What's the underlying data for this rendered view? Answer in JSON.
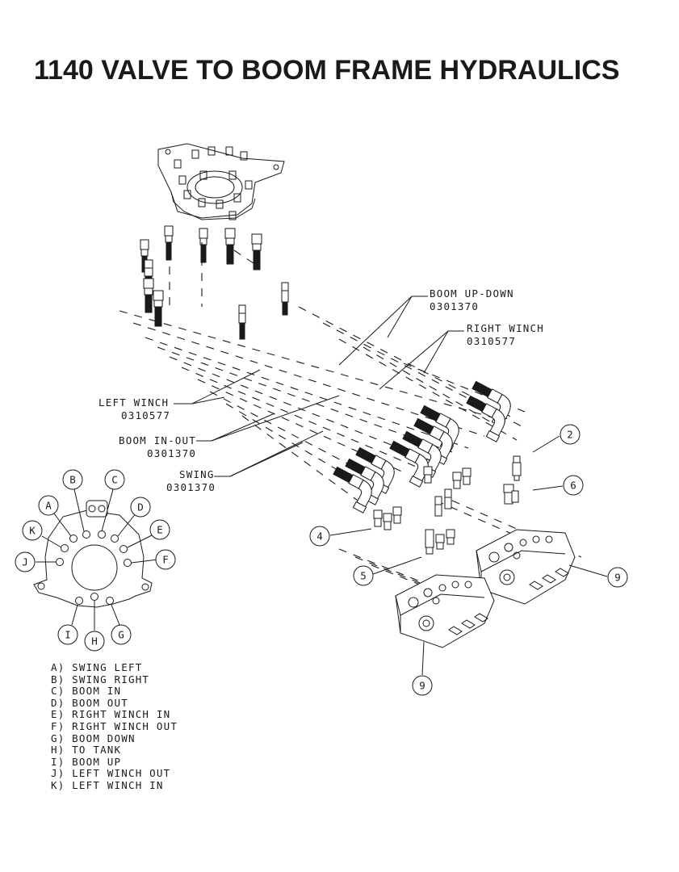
{
  "title": "1140 VALVE TO BOOM FRAME HYDRAULICS",
  "callouts": {
    "boom_up_down": {
      "name": "BOOM UP-DOWN",
      "part": "0301370"
    },
    "right_winch": {
      "name": "RIGHT WINCH",
      "part": "0310577"
    },
    "left_winch": {
      "name": "LEFT WINCH",
      "part": "0310577"
    },
    "boom_in_out": {
      "name": "BOOM IN-OUT",
      "part": "0301370"
    },
    "swing": {
      "name": "SWING",
      "part": "0301370"
    }
  },
  "item_numbers": {
    "n2": "2",
    "n6": "6",
    "n4": "4",
    "n5": "5",
    "n9a": "9",
    "n9b": "9"
  },
  "port_letters": {
    "a": "A",
    "b": "B",
    "c": "C",
    "d": "D",
    "e": "E",
    "f": "F",
    "g": "G",
    "h": "H",
    "i": "I",
    "j": "J",
    "k": "K"
  },
  "legend": [
    "A) SWING LEFT",
    "B) SWING RIGHT",
    "C) BOOM IN",
    "D) BOOM OUT",
    "E) RIGHT WINCH IN",
    "F) RIGHT WINCH OUT",
    "G) BOOM DOWN",
    "H) TO TANK",
    "I) BOOM UP",
    "J) LEFT WINCH OUT",
    "K) LEFT WINCH IN"
  ]
}
